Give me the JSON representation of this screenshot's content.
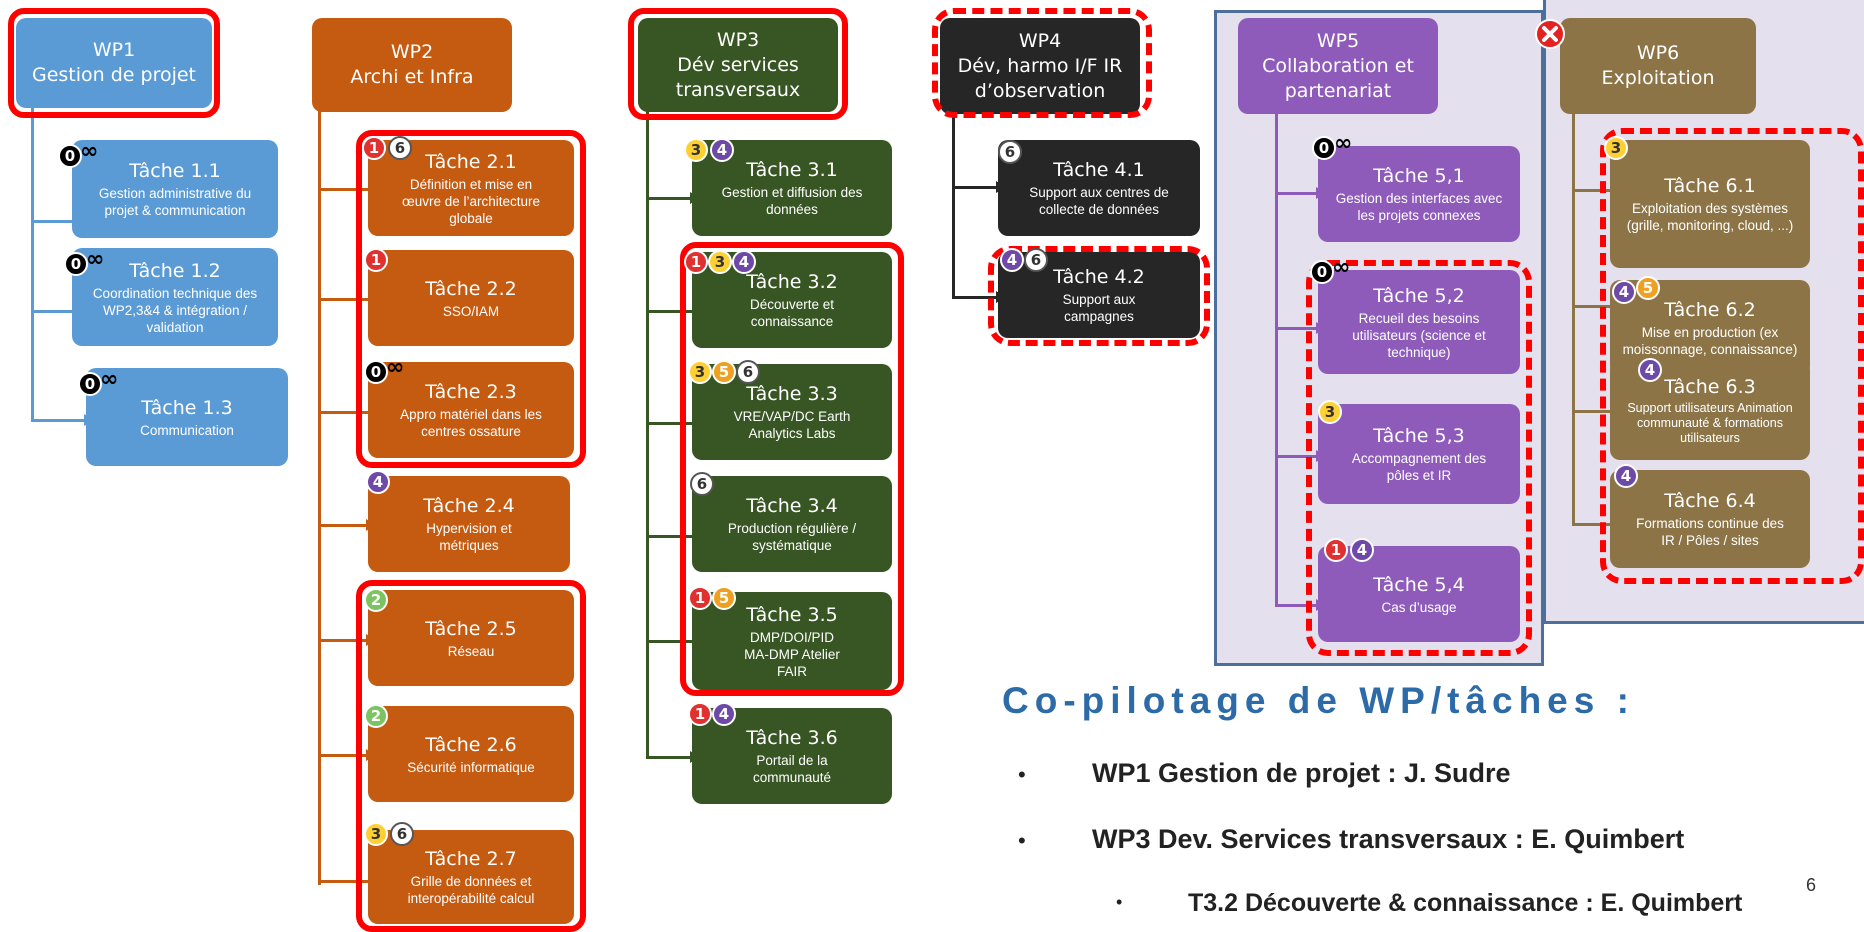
{
  "wp1": {
    "title": "WP1",
    "subtitle": "Gestion de projet",
    "tasks": [
      {
        "title": "Tâche 1.1",
        "desc": "Gestion administrative du projet & communication"
      },
      {
        "title": "Tâche 1.2",
        "desc": "Coordination technique des WP2,3&4 & intégration / validation"
      },
      {
        "title": "Tâche 1.3",
        "desc": "Communication"
      }
    ]
  },
  "wp2": {
    "title": "WP2",
    "subtitle": "Archi et Infra",
    "tasks": [
      {
        "title": "Tâche 2.1",
        "desc": "Définition et mise en œuvre de l’architecture globale"
      },
      {
        "title": "Tâche 2.2",
        "desc": "SSO/IAM"
      },
      {
        "title": "Tâche 2.3",
        "desc": "Appro matériel dans les centres ossature"
      },
      {
        "title": "Tâche 2.4",
        "desc": "Hypervision et métriques"
      },
      {
        "title": "Tâche 2.5",
        "desc": "Réseau"
      },
      {
        "title": "Tâche 2.6",
        "desc": "Sécurité informatique"
      },
      {
        "title": "Tâche 2.7",
        "desc": "Grille de données et interopérabilité calcul"
      }
    ]
  },
  "wp3": {
    "title": "WP3",
    "subtitle": "Dév services transversaux",
    "tasks": [
      {
        "title": "Tâche 3.1",
        "desc": "Gestion et diffusion des données"
      },
      {
        "title": "Tâche 3.2",
        "desc": "Découverte et connaissance"
      },
      {
        "title": "Tâche 3.3",
        "desc": "VRE/VAP/DC Earth Analytics Labs"
      },
      {
        "title": "Tâche 3.4",
        "desc": "Production régulière / systématique"
      },
      {
        "title": "Tâche 3.5",
        "desc": "DMP/DOI/PID MA-DMP Atelier FAIR"
      },
      {
        "title": "Tâche 3.6",
        "desc": "Portail de la communauté"
      }
    ]
  },
  "wp4": {
    "title": "WP4",
    "subtitle": "Dév, harmo I/F IR d’observation",
    "tasks": [
      {
        "title": "Tâche 4.1",
        "desc": "Support aux centres de collecte de données"
      },
      {
        "title": "Tâche 4.2",
        "desc": "Support aux campagnes"
      }
    ]
  },
  "wp5": {
    "title": "WP5",
    "subtitle": "Collaboration et partenariat",
    "tasks": [
      {
        "title": "Tâche 5,1",
        "desc": "Gestion des interfaces avec les projets connexes"
      },
      {
        "title": "Tâche 5,2",
        "desc": "Recueil des besoins utilisateurs (science et technique)"
      },
      {
        "title": "Tâche 5,3",
        "desc": "Accompagnement des pôles et IR"
      },
      {
        "title": "Tâche 5,4",
        "desc": "Cas d’usage"
      }
    ]
  },
  "wp6": {
    "title": "WP6",
    "subtitle": "Exploitation",
    "tasks": [
      {
        "title": "Tâche 6.1",
        "desc": "Exploitation des systèmes (grille, monitoring, cloud, ...)"
      },
      {
        "title": "Tâche 6.2",
        "desc": "Mise en production (ex moissonnage, connaissance)"
      },
      {
        "title": "Tâche 6.3",
        "desc": "Support utilisateurs Animation communauté & formations utilisateurs"
      },
      {
        "title": "Tâche 6.4",
        "desc": "Formations continue des IR / Pôles / sites"
      }
    ]
  },
  "badges": {
    "n0": "0",
    "n1": "1",
    "n2": "2",
    "n3": "3",
    "n4": "4",
    "n5": "5",
    "n6": "6",
    "infinity": "∞"
  },
  "copilot": {
    "heading": "Co-pilotage de WP/tâches :",
    "items": [
      "WP1 Gestion de projet : J. Sudre",
      "WP3 Dev. Services transversaux : E. Quimbert",
      "T3.2 Découverte & connaissance : E. Quimbert"
    ],
    "bullet": "•"
  },
  "page_number": "6",
  "colors": {
    "wp1": "#5b9bd5",
    "wp2": "#c55a11",
    "wp3": "#375623",
    "wp4": "#262626",
    "wp5": "#8e5bbb",
    "wp6": "#8c7446",
    "highlight": "#ff0000",
    "heading": "#2c6ba8"
  },
  "icons": {
    "wp6_status": "close-circle-icon"
  }
}
